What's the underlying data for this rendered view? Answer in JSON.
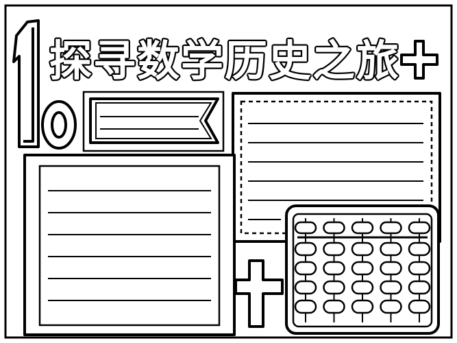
{
  "title": "探寻数学历史之旅",
  "colors": {
    "ink": "#000000",
    "paper": "#ffffff"
  },
  "decor": {
    "numeral_icon": "number-10-icon",
    "plus_icons": [
      "plus-sign-icon",
      "plus-sign-icon"
    ],
    "abacus_icon": "abacus-icon",
    "ribbon_icon": "banner-ribbon-icon",
    "abacus_rows": 4,
    "abacus_columns": 5
  }
}
